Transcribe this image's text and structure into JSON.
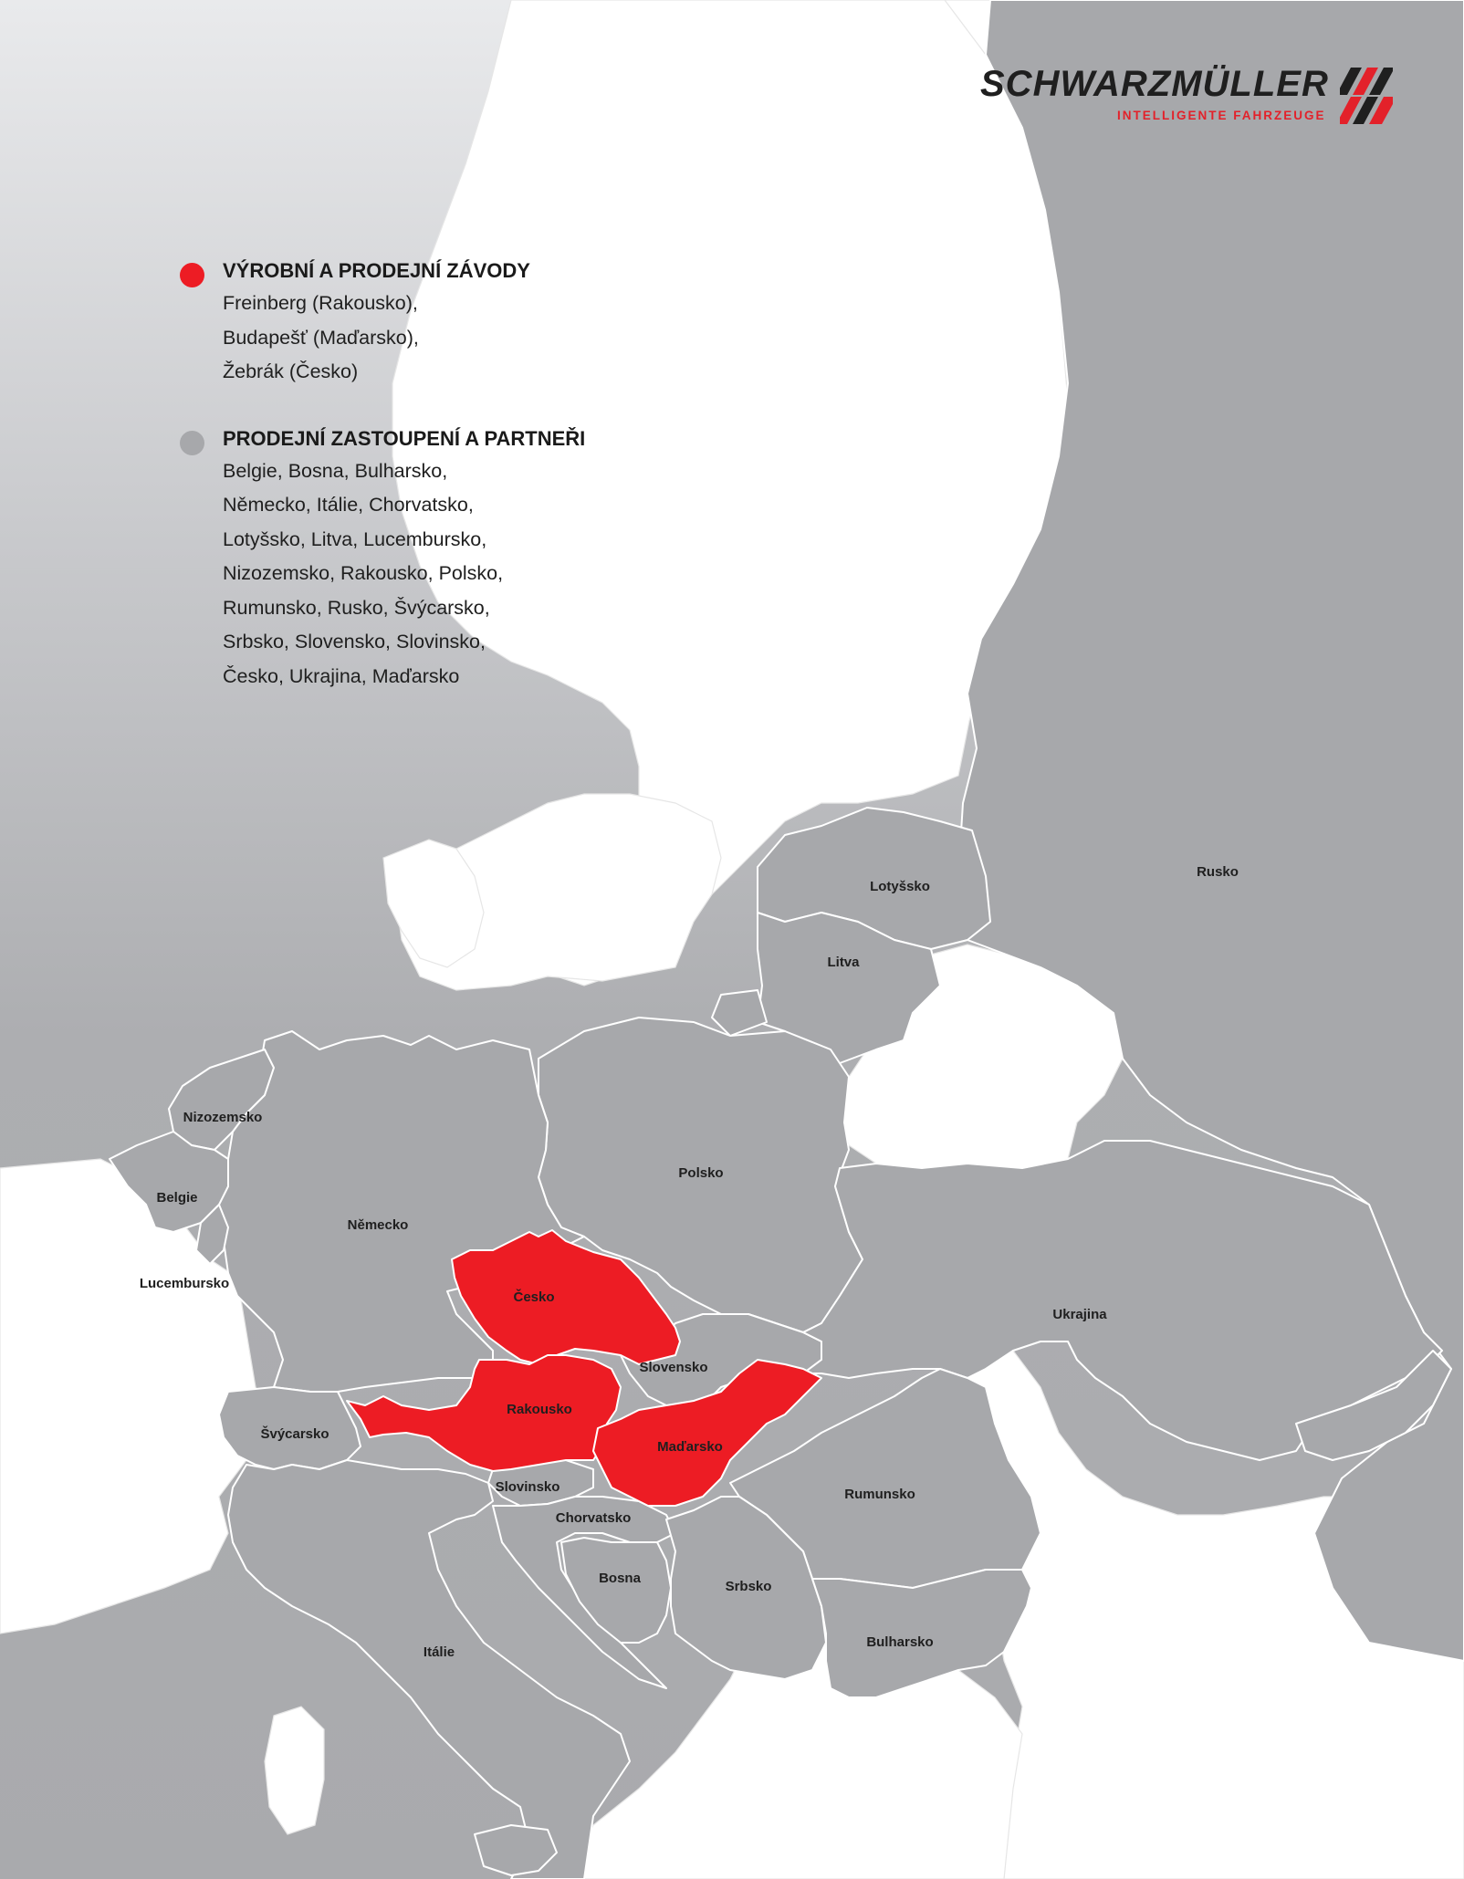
{
  "brand": {
    "name": "SCHWARZMÜLLER",
    "tagline": "INTELLIGENTE FAHRZEUGE",
    "colors": {
      "red": "#e3212a",
      "dark": "#1f1f1f"
    }
  },
  "legend": {
    "production": {
      "title": "VÝROBNÍ A PRODEJNÍ ZÁVODY",
      "lines": [
        "Freinberg (Rakousko),",
        "Budapešť (Maďarsko),",
        "Žebrák (Česko)"
      ],
      "color": "#ed1c24"
    },
    "sales": {
      "title": "PRODEJNÍ ZASTOUPENÍ A PARTNEŘI",
      "lines": [
        "Belgie, Bosna, Bulharsko,",
        "Německo, Itálie, Chorvatsko,",
        "Lotyšsko, Litva, Lucembursko,",
        "Nizozemsko, Rakousko, Polsko,",
        "Rumunsko, Rusko, Švýcarsko,",
        "Srbsko, Slovensko, Slovinsko,",
        "Česko, Ukrajina, Maďarsko"
      ],
      "color": "#a7a8ab"
    }
  },
  "map": {
    "colors": {
      "land": "#a7a8ab",
      "highlight": "#ed1c24",
      "other": "#ffffff",
      "border": "#ffffff"
    },
    "countries": [
      {
        "id": "rusko",
        "label": "Rusko",
        "status": "partner"
      },
      {
        "id": "lotyssko",
        "label": "Lotyšsko",
        "status": "partner"
      },
      {
        "id": "litva",
        "label": "Litva",
        "status": "partner"
      },
      {
        "id": "polsko",
        "label": "Polsko",
        "status": "partner"
      },
      {
        "id": "nemecko",
        "label": "Německo",
        "status": "partner"
      },
      {
        "id": "nizozemsko",
        "label": "Nizozemsko",
        "status": "partner"
      },
      {
        "id": "belgie",
        "label": "Belgie",
        "status": "partner"
      },
      {
        "id": "lucembursko",
        "label": "Lucembursko",
        "status": "partner"
      },
      {
        "id": "cesko",
        "label": "Česko",
        "status": "production"
      },
      {
        "id": "slovensko",
        "label": "Slovensko",
        "status": "partner"
      },
      {
        "id": "ukrajina",
        "label": "Ukrajina",
        "status": "partner"
      },
      {
        "id": "rakousko",
        "label": "Rakousko",
        "status": "production"
      },
      {
        "id": "madarsko",
        "label": "Maďarsko",
        "status": "production"
      },
      {
        "id": "svycarsko",
        "label": "Švýcarsko",
        "status": "partner"
      },
      {
        "id": "slovinsko",
        "label": "Slovinsko",
        "status": "partner"
      },
      {
        "id": "chorvatsko",
        "label": "Chorvatsko",
        "status": "partner"
      },
      {
        "id": "rumunsko",
        "label": "Rumunsko",
        "status": "partner"
      },
      {
        "id": "bosna",
        "label": "Bosna",
        "status": "partner"
      },
      {
        "id": "srbsko",
        "label": "Srbsko",
        "status": "partner"
      },
      {
        "id": "italie",
        "label": "Itálie",
        "status": "partner"
      },
      {
        "id": "bulharsko",
        "label": "Bulharsko",
        "status": "partner"
      }
    ]
  }
}
